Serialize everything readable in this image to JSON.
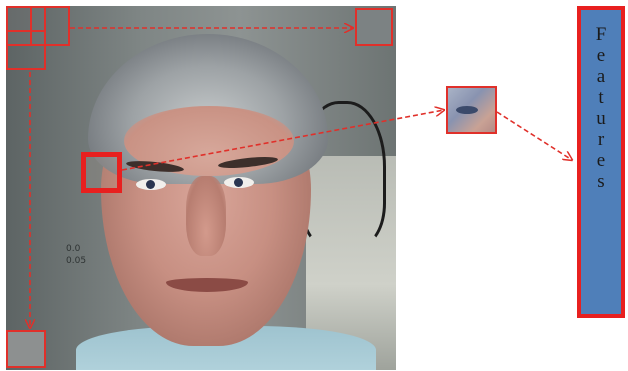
{
  "features_label": "F\ne\na\nt\nu\nr\ne\ns",
  "photo": {
    "wall_writing": [
      "0.0",
      "0.05"
    ]
  },
  "colors": {
    "arrow": "#e0302a",
    "box_border": "#e8201f",
    "features_fill": "#4f7fb9"
  }
}
